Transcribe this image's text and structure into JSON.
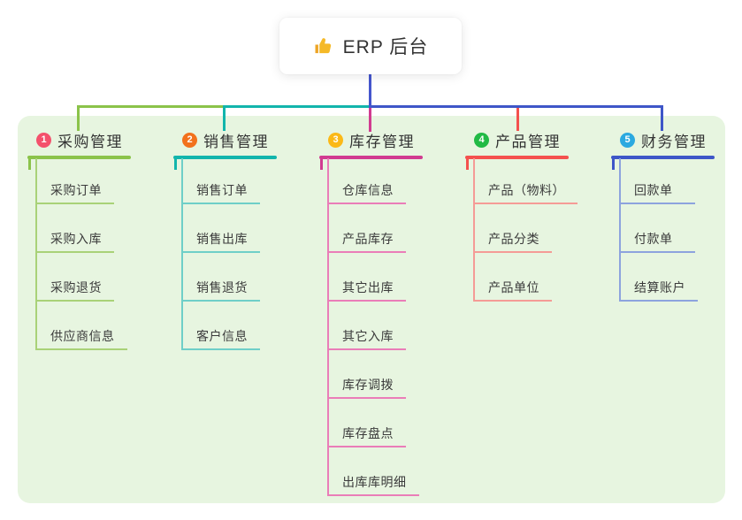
{
  "root": {
    "title": "ERP 后台",
    "icon": "thumbs-up"
  },
  "colors": {
    "stem": "#4556cd",
    "panel_bg": "#e7f5e0",
    "card_bg": "#ffffff",
    "title_text": "#333333",
    "child_text": "#3b3b3b",
    "thumb_gold": "#f5b927"
  },
  "branches": [
    {
      "num": "1",
      "title": "采购管理",
      "badge_color": "#f4516c",
      "line_color": "#8bc34a",
      "light_color": "#a9d278",
      "children": [
        "采购订单",
        "采购入库",
        "采购退货",
        "供应商信息"
      ]
    },
    {
      "num": "2",
      "title": "销售管理",
      "badge_color": "#f2711c",
      "line_color": "#12b5ac",
      "light_color": "#6fcfc8",
      "children": [
        "销售订单",
        "销售出库",
        "销售退货",
        "客户信息"
      ]
    },
    {
      "num": "3",
      "title": "库存管理",
      "badge_color": "#fbb917",
      "line_color": "#d13b90",
      "light_color": "#ea7db8",
      "children": [
        "仓库信息",
        "产品库存",
        "其它出库",
        "其它入库",
        "库存调拨",
        "库存盘点",
        "出库库明细"
      ]
    },
    {
      "num": "4",
      "title": "产品管理",
      "badge_color": "#21ba45",
      "line_color": "#f4514e",
      "light_color": "#f59b96",
      "children": [
        "产品（物料）",
        "产品分类",
        "产品单位"
      ]
    },
    {
      "num": "5",
      "title": "财务管理",
      "badge_color": "#2ba9e0",
      "line_color": "#3e56c8",
      "light_color": "#8da3de",
      "children": [
        "回款单",
        "付款单",
        "结算账户"
      ]
    }
  ]
}
